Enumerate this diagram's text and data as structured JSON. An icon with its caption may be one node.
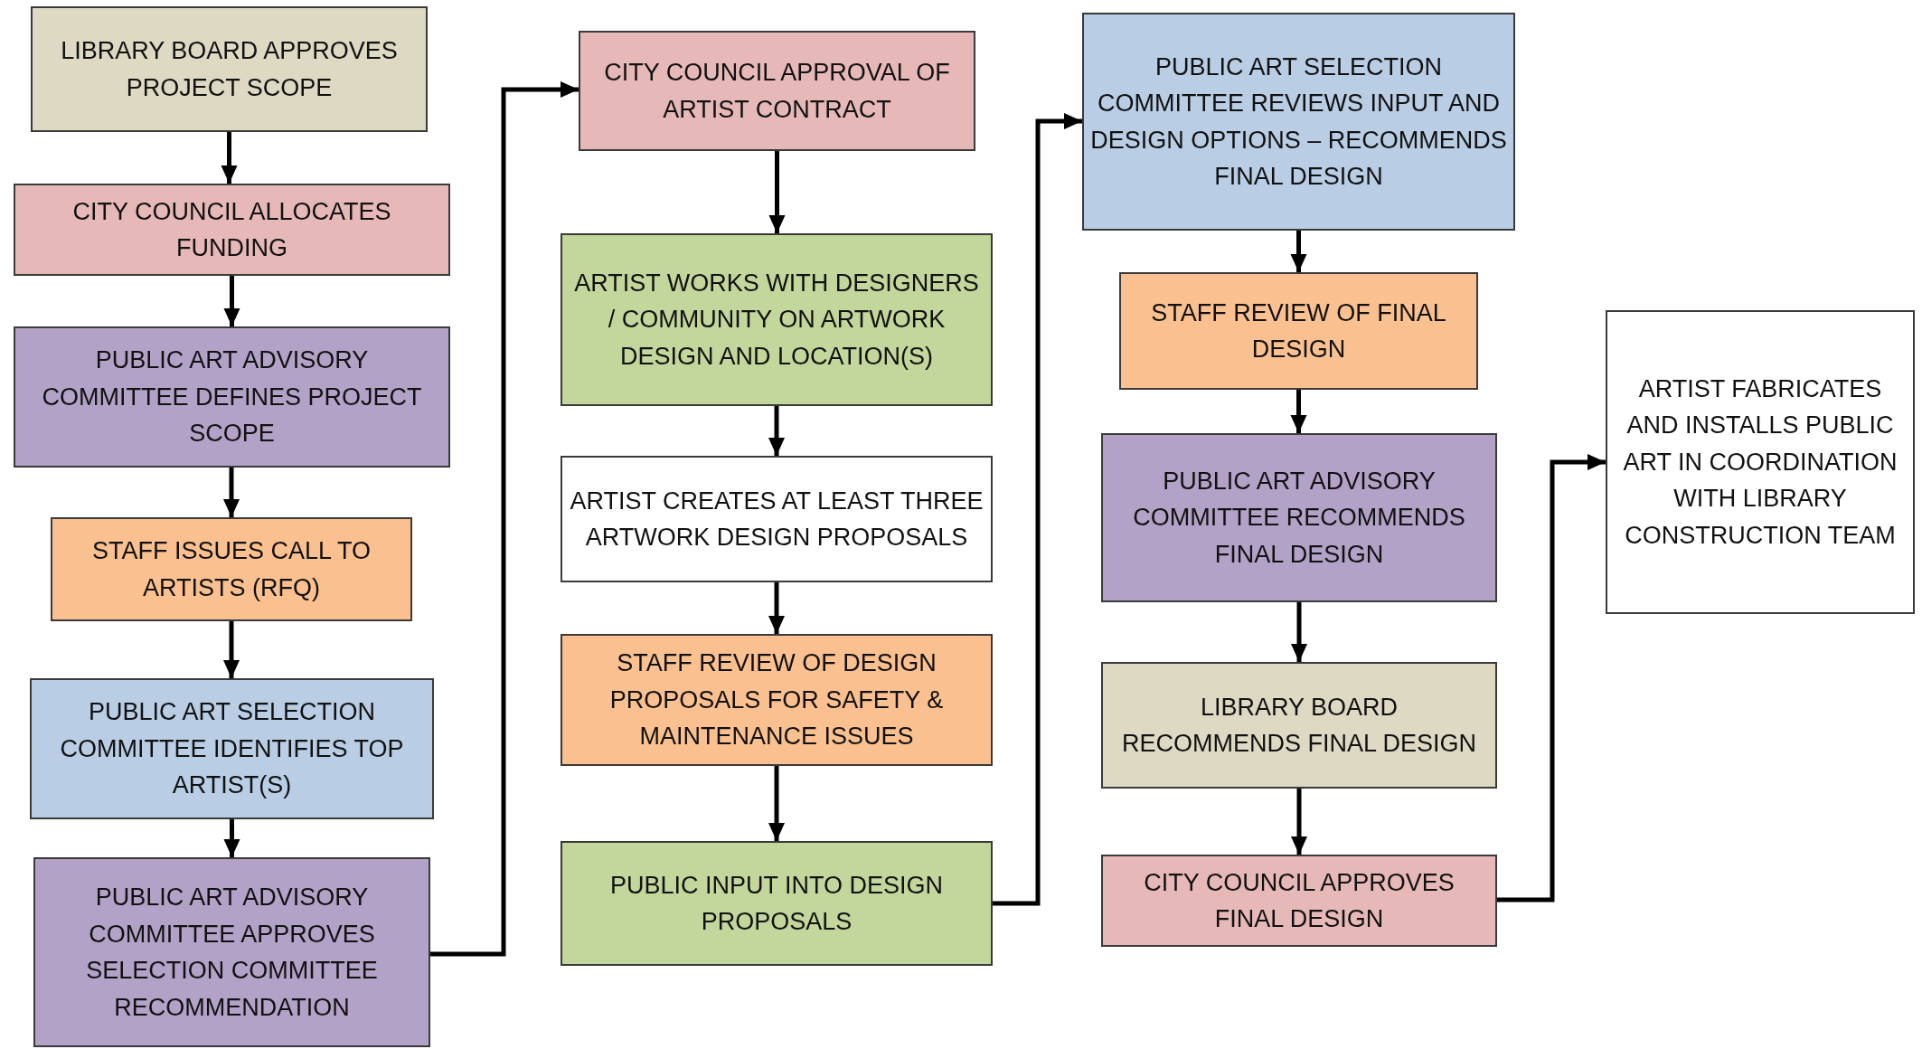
{
  "diagram": {
    "nodes": [
      {
        "text": [
          "LIBRARY BOARD APPROVES PROJECT SCOPE"
        ]
      },
      {
        "text": [
          "CITY COUNCIL ALLOCATES FUNDING"
        ]
      },
      {
        "text": [
          "PUBLIC ART ADVISORY COMMITTEE DEFINES PROJECT SCOPE"
        ]
      },
      {
        "text": [
          "STAFF ISSUES CALL TO ARTISTS (RFQ)"
        ]
      },
      {
        "text": [
          "PUBLIC ART SELECTION COMMITTEE IDENTIFIES TOP ARTIST(S)"
        ]
      },
      {
        "text": [
          "PUBLIC ART ADVISORY COMMITTEE APPROVES SELECTION COMMITTEE RECOMMENDATION"
        ]
      },
      {
        "text": [
          "CITY COUNCIL APPROVAL OF ARTIST CONTRACT"
        ]
      },
      {
        "text": [
          "ARTIST WORKS WITH DESIGNERS / COMMUNITY ON ARTWORK DESIGN AND LOCATION(S)"
        ]
      },
      {
        "text": [
          "ARTIST CREATES AT LEAST THREE ARTWORK DESIGN PROPOSALS"
        ]
      },
      {
        "text": [
          "STAFF REVIEW OF DESIGN PROPOSALS FOR SAFETY & MAINTENANCE ISSUES"
        ]
      },
      {
        "text": [
          "PUBLIC INPUT INTO DESIGN PROPOSALS"
        ]
      },
      {
        "text": [
          "PUBLIC ART SELECTION COMMITTEE REVIEWS INPUT AND DESIGN OPTIONS – RECOMMENDS FINAL DESIGN"
        ]
      },
      {
        "text": [
          "STAFF REVIEW OF FINAL DESIGN"
        ]
      },
      {
        "text": [
          "PUBLIC ART ADVISORY COMMITTEE RECOMMENDS FINAL DESIGN"
        ]
      },
      {
        "text": [
          "LIBRARY BOARD RECOMMENDS FINAL DESIGN"
        ]
      },
      {
        "text": [
          "CITY COUNCIL APPROVES FINAL DESIGN"
        ]
      },
      {
        "text": [
          "ARTIST FABRICATES AND INSTALLS PUBLIC ART IN COORDINATION WITH LIBRARY CONSTRUCTION TEAM"
        ]
      }
    ],
    "edges": [
      {
        "from": 0,
        "to": 1,
        "arrow": "to"
      },
      {
        "from": 1,
        "to": 2,
        "arrow": "to"
      },
      {
        "from": 2,
        "to": 3,
        "arrow": "to"
      },
      {
        "from": 3,
        "to": 4,
        "arrow": "to"
      },
      {
        "from": 4,
        "to": 5,
        "arrow": "to"
      },
      {
        "from": 5,
        "to": 6,
        "arrow": "to"
      },
      {
        "from": 6,
        "to": 7,
        "arrow": "to"
      },
      {
        "from": 7,
        "to": 8,
        "arrow": "to"
      },
      {
        "from": 8,
        "to": 9,
        "arrow": "to"
      },
      {
        "from": 9,
        "to": 10,
        "arrow": "to"
      },
      {
        "from": 10,
        "to": 11,
        "arrow": "to"
      },
      {
        "from": 11,
        "to": 12,
        "arrow": "to"
      },
      {
        "from": 12,
        "to": 13,
        "arrow": "to"
      },
      {
        "from": 13,
        "to": 14,
        "arrow": "to"
      },
      {
        "from": 14,
        "to": 15,
        "arrow": "to"
      },
      {
        "from": 15,
        "to": 16,
        "arrow": "to"
      }
    ]
  }
}
